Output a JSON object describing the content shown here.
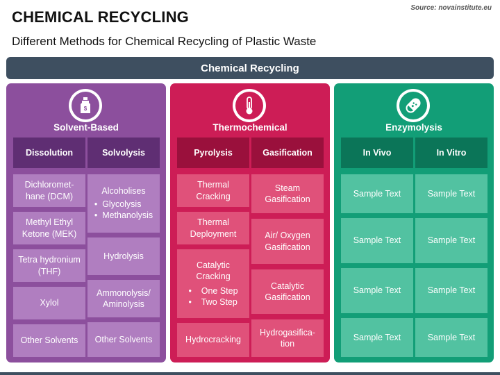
{
  "title": "CHEMICAL RECYCLING",
  "source": "Source: novainstitute.eu",
  "subtitle": "Different Methods for Chemical Recycling of Plastic Waste",
  "banner": "Chemical Recycling",
  "columns": [
    {
      "title": "Solvent-Based",
      "icon": "bottle-icon",
      "left_header": "Dissolution",
      "right_header": "Solvolysis",
      "left_items": [
        "Dichloromet-hane (DCM)",
        "Methyl Ethyl Ketone (MEK)",
        "Tetra hydronium (THF)",
        "Xylol",
        "Other Solvents"
      ],
      "right_items": [
        "Alcoholises",
        "Hydrolysis",
        "Ammonolysis/ Aminolysis",
        "Other Solvents"
      ],
      "right_item0_bullets": [
        "Glycolysis",
        "Methanolysis"
      ]
    },
    {
      "title": "Thermochemical",
      "icon": "thermometer-icon",
      "left_header": "Pyrolysis",
      "right_header": "Gasification",
      "left_items": [
        "Thermal Cracking",
        "Thermal Deployment",
        "Catalytic Cracking",
        "Hydrocracking"
      ],
      "left_item2_bullets": [
        "One Step",
        "Two Step"
      ],
      "right_items": [
        "Steam Gasification",
        "Air/ Oxygen Gasification",
        "Catalytic Gasification",
        "Hydrogasifica-tion"
      ]
    },
    {
      "title": "Enzymolysis",
      "icon": "enzyme-capsule-icon",
      "left_header": "In Vivo",
      "right_header": "In Vitro",
      "left_items": [
        "Sample Text",
        "Sample Text",
        "Sample Text",
        "Sample Text"
      ],
      "right_items": [
        "Sample Text",
        "Sample Text",
        "Sample Text",
        "Sample Text"
      ]
    }
  ]
}
